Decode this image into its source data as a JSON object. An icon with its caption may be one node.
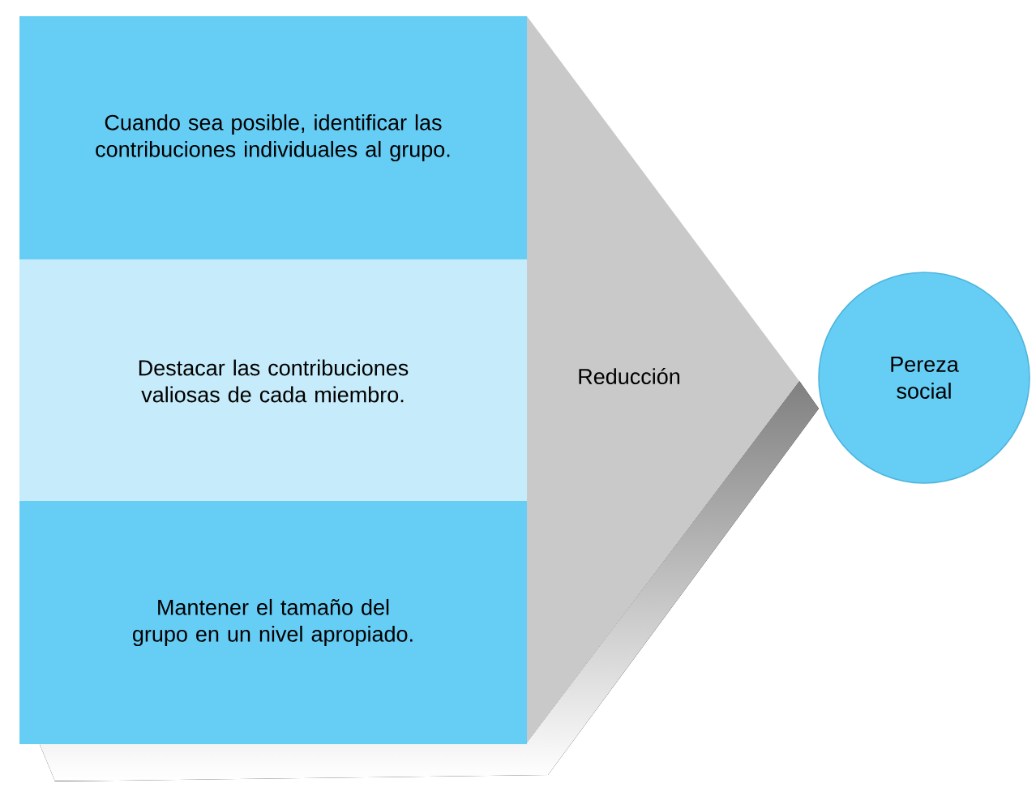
{
  "diagram": {
    "nodes": [
      {
        "text": [
          "Cuando sea posible, identificar las contribuciones individuales al grupo."
        ]
      },
      {
        "text": [
          "Destacar las contribuciones valiosas de cada miembro."
        ]
      },
      {
        "text": [
          "Mantener el tamaño del grupo en un nivel apropiado."
        ]
      },
      {
        "text": [
          "Reducción"
        ]
      },
      {
        "text": [
          "Pereza social"
        ]
      }
    ]
  }
}
